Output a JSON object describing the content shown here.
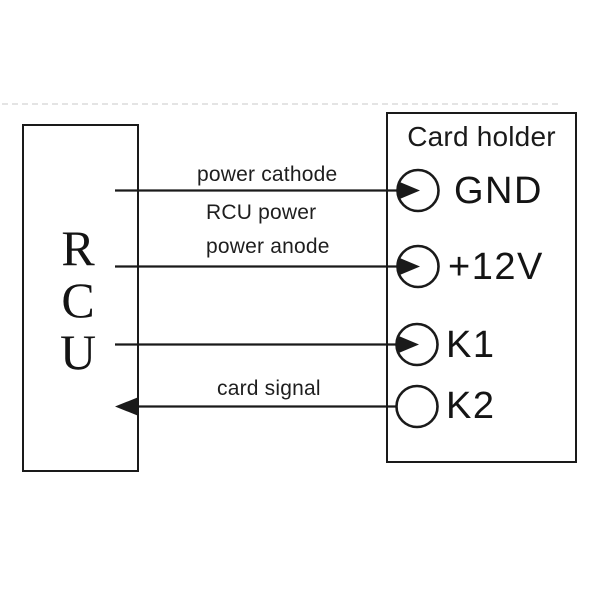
{
  "rcu": {
    "letters": [
      "R",
      "C",
      "U"
    ]
  },
  "card_holder": {
    "title": "Card holder",
    "terminals": [
      {
        "label": "GND"
      },
      {
        "label": "+12V"
      },
      {
        "label": "K1"
      },
      {
        "label": "K2"
      }
    ]
  },
  "wire_labels": {
    "power_cathode": "power cathode",
    "rcu_power": "RCU power",
    "power_anode": "power anode",
    "card_signal": "card signal"
  },
  "colors": {
    "line": "#1a1a1a",
    "text": "#1a1a1a",
    "background": "#ffffff"
  }
}
